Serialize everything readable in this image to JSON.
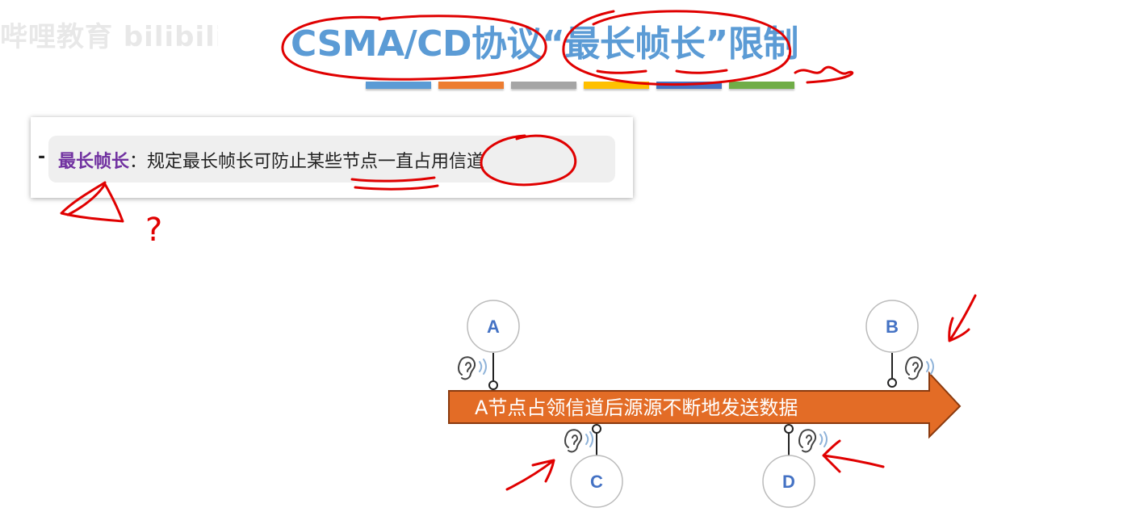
{
  "watermark": "哔哩教育 bilibili",
  "title": "CSMA/CD协议“最长帧长”限制",
  "color_bars": [
    "#5b9bd5",
    "#ed7d31",
    "#a5a5a5",
    "#ffc000",
    "#4472c4",
    "#70ad47"
  ],
  "definition": {
    "bullet": "-",
    "term": "最长帧长",
    "separator": "：",
    "text": "规定最长帧长可防止某些节点一直占用信道"
  },
  "annotation": {
    "question": "?"
  },
  "diagram": {
    "bus_label": "A节点占领信道后源源不断地发送数据",
    "nodes": [
      "A",
      "B",
      "C",
      "D"
    ],
    "colors": {
      "bus_fill": "#e36c26",
      "bus_stroke": "#8a3a0f",
      "node_text": "#4472c4",
      "ink": "#e00000"
    }
  }
}
